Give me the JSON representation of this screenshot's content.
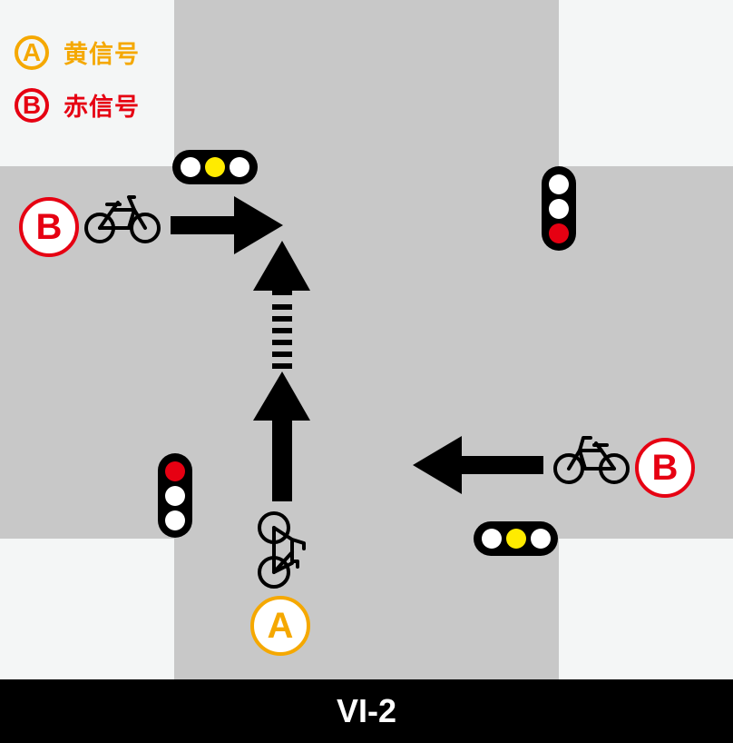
{
  "legend": [
    {
      "letter": "A",
      "label": "黄信号",
      "color": "#f5a800"
    },
    {
      "letter": "B",
      "label": "赤信号",
      "color": "#e60012"
    }
  ],
  "colors": {
    "road": "#c8c8c8",
    "sidewalk": "#f4f6f6",
    "yellow_lamp": "#ffeb00",
    "red_lamp": "#e60012",
    "off_lamp": "#ffffff"
  },
  "signals": [
    {
      "id": "north",
      "orientation": "horizontal",
      "lamps": [
        "off",
        "yellow",
        "off"
      ]
    },
    {
      "id": "east",
      "orientation": "vertical",
      "lamps": [
        "off",
        "off",
        "red"
      ]
    },
    {
      "id": "west",
      "orientation": "vertical",
      "lamps": [
        "red",
        "off",
        "off"
      ]
    },
    {
      "id": "south",
      "orientation": "horizontal",
      "lamps": [
        "off",
        "yellow",
        "off"
      ]
    }
  ],
  "markers": {
    "west_bike": "B",
    "east_bike": "B",
    "south_bike": "A"
  },
  "footer": {
    "label": "VI-2"
  }
}
